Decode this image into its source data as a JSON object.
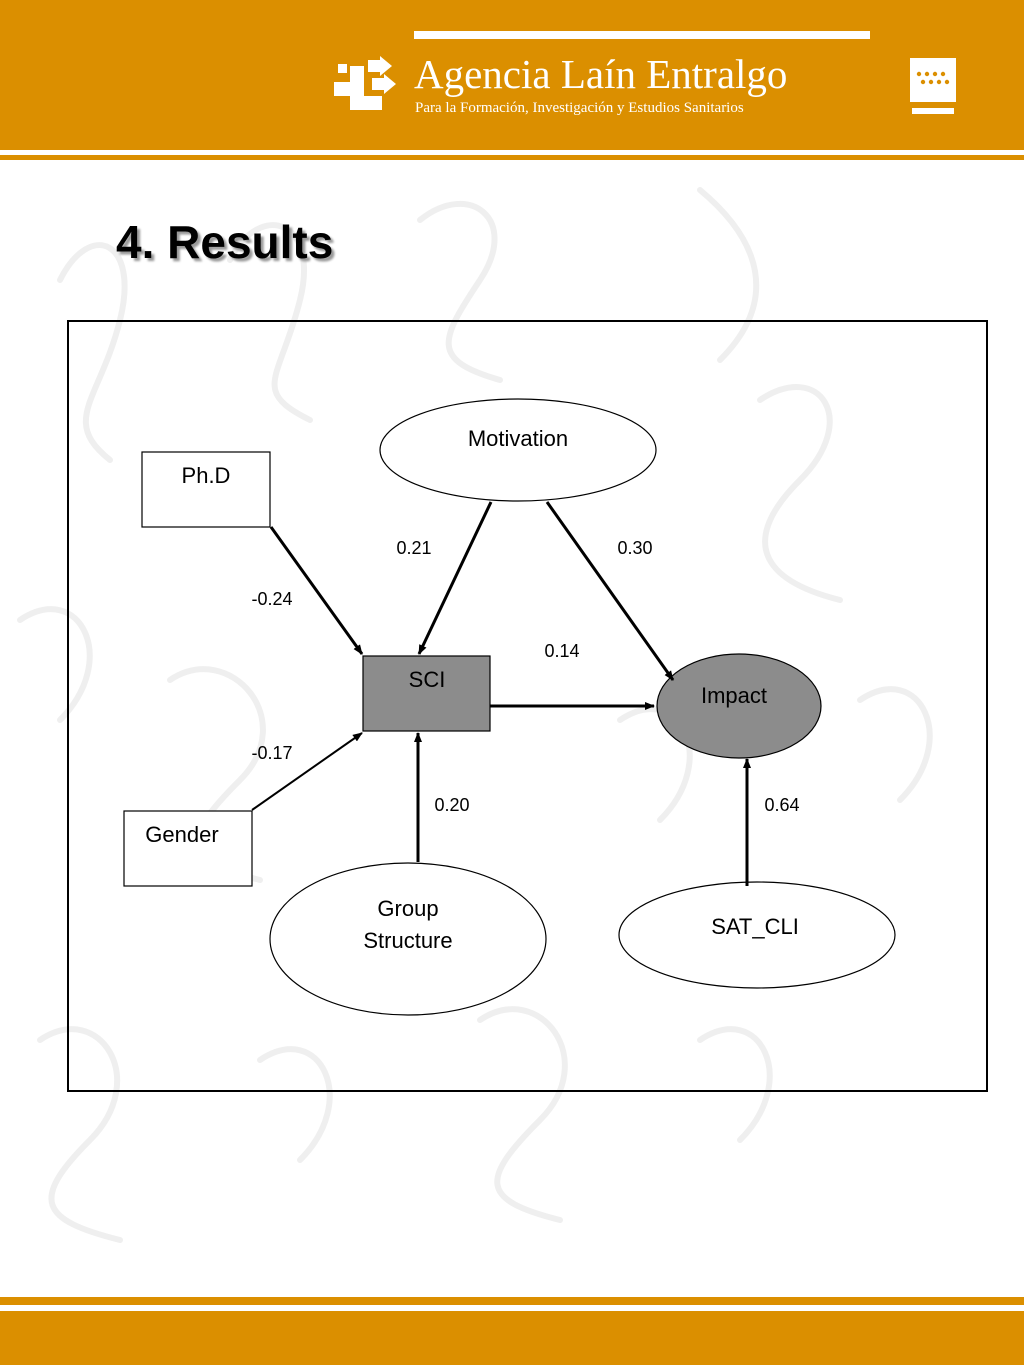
{
  "header": {
    "org_name": "Agencia Laín Entralgo",
    "org_subtitle": "Para la Formación, Investigación y Estudios Sanitarios",
    "accent_color": "#db8f00",
    "logo_icon": "cross-arrows-logo-icon",
    "emblem_icon": "comunidad-madrid-flag-icon"
  },
  "page": {
    "title": "4. Results"
  },
  "diagram": {
    "nodes": {
      "phd": "Ph.D",
      "gender": "Gender",
      "sci": "SCI",
      "motivation": "Motivation",
      "impact": "Impact",
      "group_structure_line1": "Group",
      "group_structure_line2": "Structure",
      "sat_cli": "SAT_CLI"
    },
    "edges": [
      {
        "from": "Ph.D",
        "to": "SCI",
        "coefficient": "-0.24"
      },
      {
        "from": "Gender",
        "to": "SCI",
        "coefficient": "-0.17"
      },
      {
        "from": "Motivation",
        "to": "SCI",
        "coefficient": "0.21"
      },
      {
        "from": "Motivation",
        "to": "Impact",
        "coefficient": "0.30"
      },
      {
        "from": "SCI",
        "to": "Impact",
        "coefficient": "0.14"
      },
      {
        "from": "Group Structure",
        "to": "SCI",
        "coefficient": "0.20"
      },
      {
        "from": "SAT_CLI",
        "to": "Impact",
        "coefficient": "0.64"
      }
    ],
    "highlight_fill": "#8c8c8c"
  }
}
